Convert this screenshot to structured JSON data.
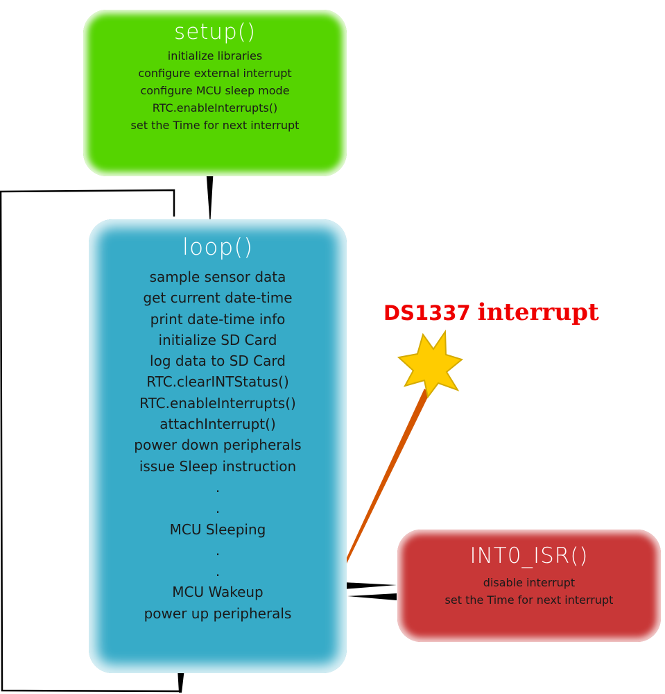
{
  "colors": {
    "setup": "#55d400",
    "loop": "#37abc8",
    "isr": "#c83737",
    "connector": "#000000",
    "interrupt_label": "#ee0000",
    "burst_fill": "#ffcc00",
    "burst_stroke": "#d4aa00",
    "spark_line": "#d45500"
  },
  "nodes": {
    "setup": {
      "title": "setup()",
      "steps": [
        "initialize libraries",
        "configure external interrupt",
        "configure MCU sleep mode",
        "RTC.enableInterrupts()",
        "set the Time for next interrupt"
      ]
    },
    "loop": {
      "title": "loop()",
      "steps": [
        "sample sensor data",
        "get current date-time",
        "print date-time info",
        "initialize SD Card",
        "log data to SD Card",
        "RTC.clearINTStatus()",
        "RTC.enableInterrupts()",
        "attachInterrupt()",
        "power down peripherals",
        "issue Sleep instruction",
        ".",
        ".",
        "MCU Sleeping",
        ".",
        ".",
        "MCU Wakeup",
        "power up peripherals"
      ]
    },
    "isr": {
      "title": "INT0_ISR()",
      "steps": [
        "disable interrupt",
        "set the Time for next interrupt"
      ]
    }
  },
  "interrupt": {
    "chip": "DS1337",
    "word": "interrupt",
    "burst_icon": "starburst-icon"
  }
}
